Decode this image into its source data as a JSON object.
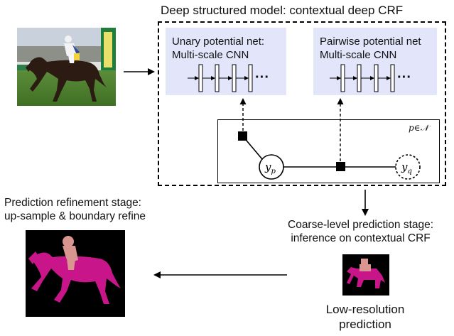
{
  "model": {
    "title": "Deep structured model: contextual deep CRF",
    "unary_net": {
      "line1": "Unary potential net:",
      "line2": "Multi-scale CNN"
    },
    "pairwise_net": {
      "line1": "Pairwise potential net",
      "line2": "Multi-scale CNN"
    },
    "graph": {
      "plate_label": "p∈𝒩",
      "node_p": "y",
      "node_p_sub": "p",
      "node_q": "y",
      "node_q_sub": "q",
      "ellipsis": "···"
    }
  },
  "stages": {
    "refinement": {
      "line1": "Prediction refinement stage:",
      "line2": "up-sample & boundary refine"
    },
    "coarse": {
      "line1": "Coarse-level prediction stage:",
      "line2": "inference on contextual CRF"
    },
    "lowres": {
      "line1": "Low-resolution",
      "line2": "prediction"
    }
  },
  "colors": {
    "net_box_bg": "#e3e6fb",
    "horse_magenta": "#c8168a",
    "rider_pink": "#d99590",
    "mask_bg": "#000000"
  }
}
